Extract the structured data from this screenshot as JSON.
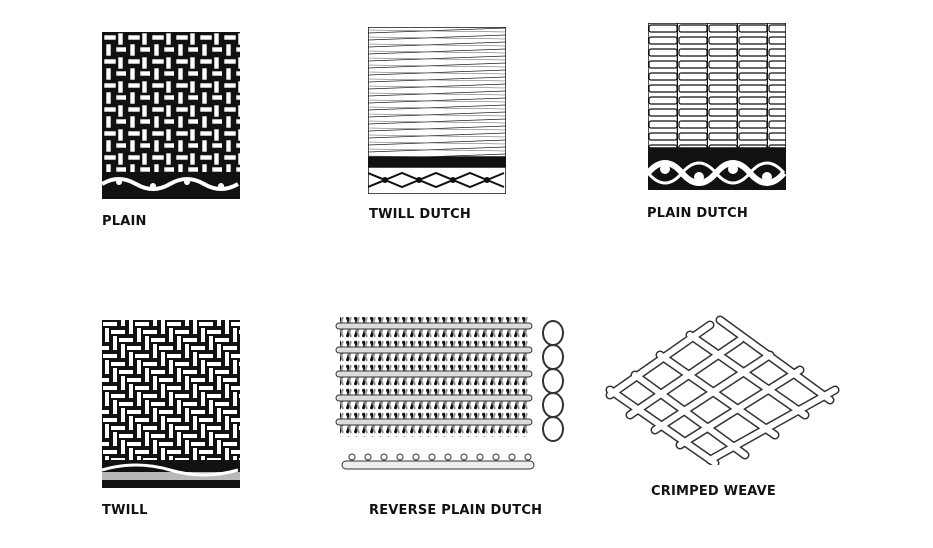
{
  "weaves": [
    {
      "label": "PLAIN"
    },
    {
      "label": "TWILL DUTCH"
    },
    {
      "label": "PLAIN DUTCH"
    },
    {
      "label": "TWILL"
    },
    {
      "label": "REVERSE PLAIN DUTCH"
    },
    {
      "label": "CRIMPED WEAVE"
    }
  ]
}
